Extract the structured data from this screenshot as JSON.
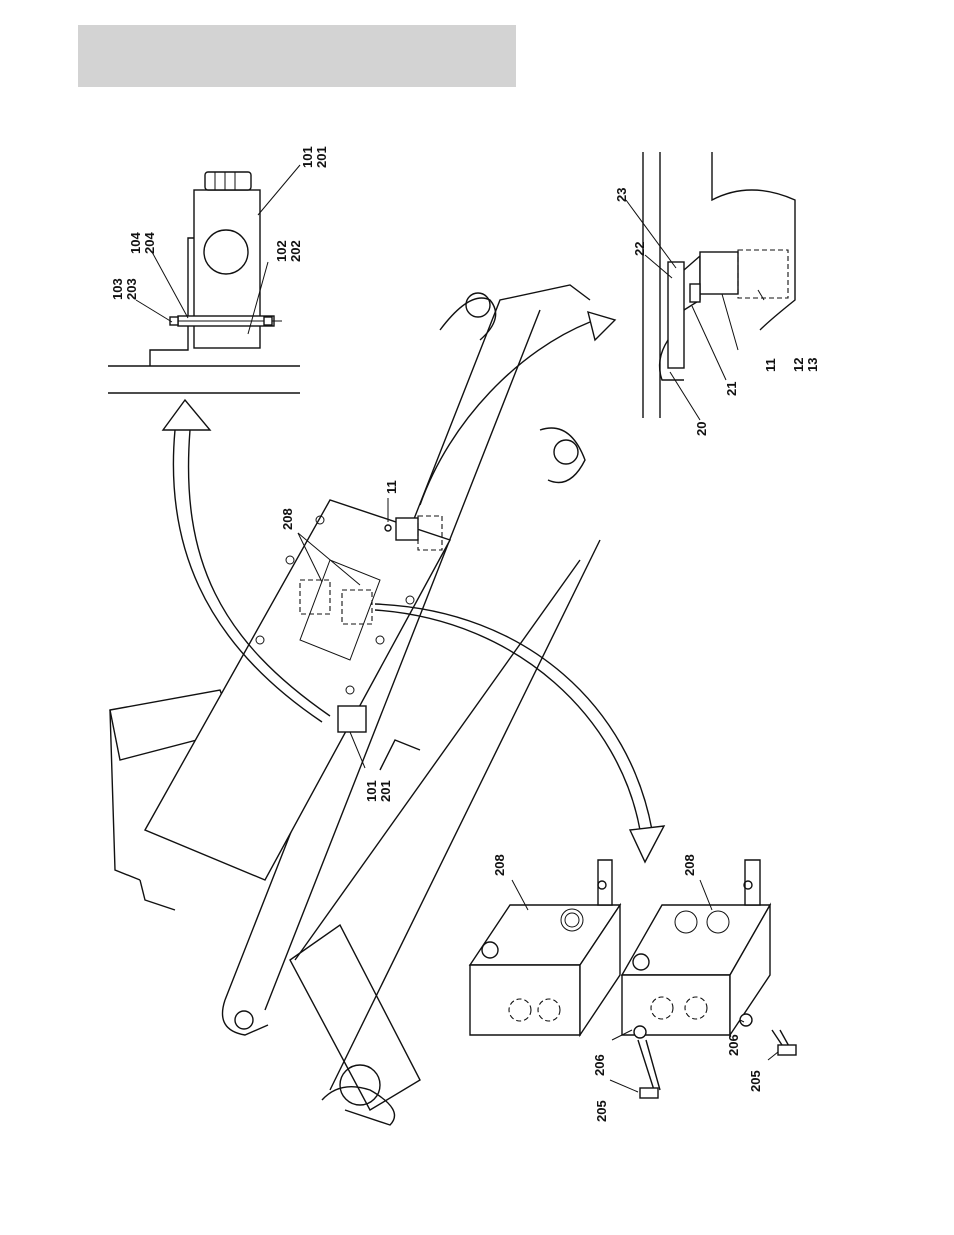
{
  "header": {
    "title": ""
  },
  "callouts": {
    "top_left_a": "103",
    "top_left_b": "203",
    "top_left_c": "104",
    "top_left_d": "204",
    "top_left_e": "102",
    "top_left_f": "202",
    "top_left_g": "101",
    "top_left_h": "201",
    "top_right_a": "23",
    "top_right_b": "22",
    "top_right_c": "11",
    "top_right_d": "12",
    "top_right_e": "13",
    "top_right_f": "20",
    "top_right_g": "21",
    "main_a": "208",
    "main_b": "11",
    "main_c": "101",
    "main_d": "201",
    "bottom_a": "208",
    "bottom_b": "208",
    "bottom_c": "206",
    "bottom_d": "205",
    "bottom_e": "206",
    "bottom_f": "205"
  }
}
